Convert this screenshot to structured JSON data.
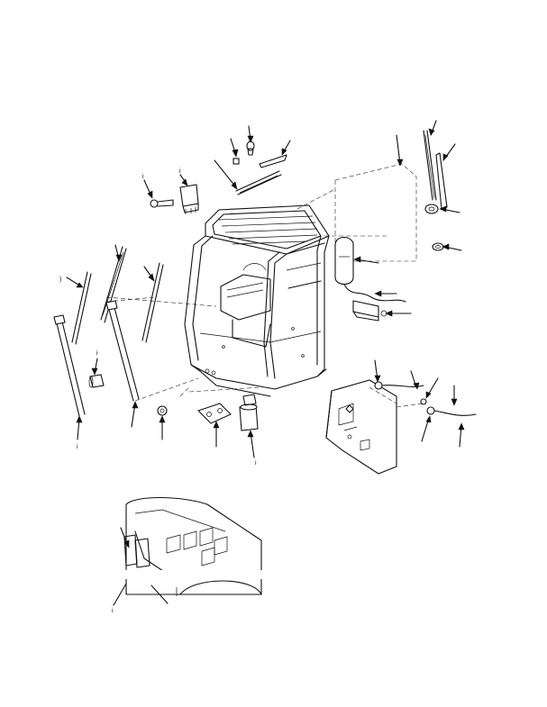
{
  "figure": {
    "callouts": [
      {
        "id": "c-blade-top",
        "text": ""
      },
      {
        "id": "c-arm-top",
        "text": ""
      },
      {
        "id": "c-grommet",
        "text": ""
      },
      {
        "id": "c-nut",
        "text": ""
      },
      {
        "id": "c-reservoir",
        "text": ""
      },
      {
        "id": "c-hose",
        "text": ""
      },
      {
        "id": "c-pump",
        "text": ""
      },
      {
        "id": "c-small-left",
        "text": ")"
      },
      {
        "id": "c-relay",
        "text": "i"
      },
      {
        "id": "c-bolt",
        "text": "i"
      },
      {
        "id": "c-plug",
        "text": "i"
      },
      {
        "id": "c-bottom-left",
        "text": "i"
      },
      {
        "id": "c-bottom-switch",
        "text": "i"
      },
      {
        "id": "c-bottom-detail",
        "text": "i"
      }
    ]
  }
}
